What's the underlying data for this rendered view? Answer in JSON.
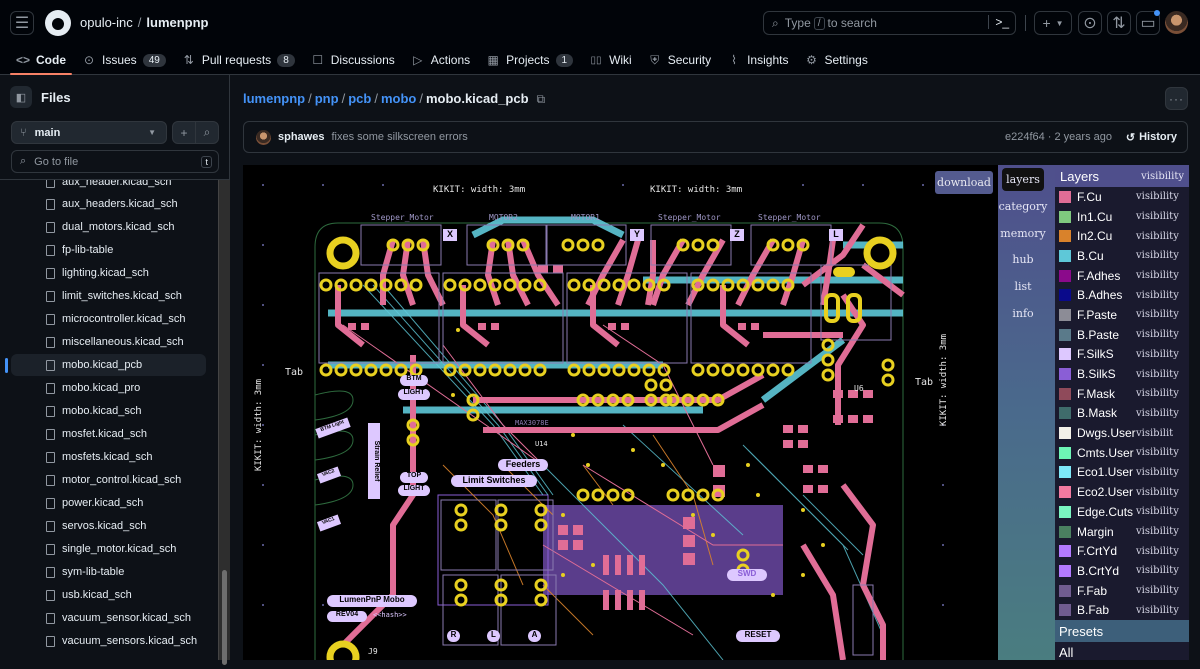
{
  "header": {
    "owner": "opulo-inc",
    "repo": "lumenpnp",
    "search_placeholder_pre": "Type",
    "search_key": "/",
    "search_placeholder_post": "to search"
  },
  "tabs": [
    {
      "label": "Code",
      "icon": "<>",
      "count": null
    },
    {
      "label": "Issues",
      "icon": "⊙",
      "count": "49"
    },
    {
      "label": "Pull requests",
      "icon": "⇅",
      "count": "8"
    },
    {
      "label": "Discussions",
      "icon": "☐",
      "count": null
    },
    {
      "label": "Actions",
      "icon": "▷",
      "count": null
    },
    {
      "label": "Projects",
      "icon": "▦",
      "count": "1"
    },
    {
      "label": "Wiki",
      "icon": "📖",
      "count": null
    },
    {
      "label": "Security",
      "icon": "⛨",
      "count": null
    },
    {
      "label": "Insights",
      "icon": "📈",
      "count": null
    },
    {
      "label": "Settings",
      "icon": "⚙",
      "count": null
    }
  ],
  "sidebar": {
    "title": "Files",
    "branch": "main",
    "goto_placeholder": "Go to file",
    "goto_key": "t",
    "files": [
      "aux_header.kicad_sch",
      "aux_headers.kicad_sch",
      "dual_motors.kicad_sch",
      "fp-lib-table",
      "lighting.kicad_sch",
      "limit_switches.kicad_sch",
      "microcontroller.kicad_sch",
      "miscellaneous.kicad_sch",
      "mobo.kicad_pcb",
      "mobo.kicad_pro",
      "mobo.kicad_sch",
      "mosfet.kicad_sch",
      "mosfets.kicad_sch",
      "motor_control.kicad_sch",
      "power.kicad_sch",
      "servos.kicad_sch",
      "single_motor.kicad_sch",
      "sym-lib-table",
      "usb.kicad_sch",
      "vacuum_sensor.kicad_sch",
      "vacuum_sensors.kicad_sch"
    ],
    "selected_index": 8
  },
  "breadcrumb": {
    "parts": [
      "lumenpnp",
      "pnp",
      "pcb",
      "mobo"
    ],
    "current": "mobo.kicad_pcb"
  },
  "commit": {
    "author": "sphawes",
    "message": "fixes some silkscreen errors",
    "sha_time": "e224f64 · 2 years ago",
    "history_label": "History"
  },
  "viewer": {
    "download_label": "download",
    "nav": [
      "layers",
      "category",
      "memory",
      "hub",
      "list",
      "info"
    ],
    "active_nav": "layers",
    "layers_title": "Layers",
    "visibility_header": "visibility",
    "layers": [
      {
        "name": "F.Cu",
        "color": "#e06d96",
        "vis": "visibility"
      },
      {
        "name": "In1.Cu",
        "color": "#7fc97f",
        "vis": "visibility"
      },
      {
        "name": "In2.Cu",
        "color": "#d9822b",
        "vis": "visibility"
      },
      {
        "name": "B.Cu",
        "color": "#5ec8d8",
        "vis": "visibility"
      },
      {
        "name": "F.Adhes",
        "color": "#8b0a8b",
        "vis": "visibility"
      },
      {
        "name": "B.Adhes",
        "color": "#0a0a8b",
        "vis": "visibility"
      },
      {
        "name": "F.Paste",
        "color": "#8c8c96",
        "vis": "visibility"
      },
      {
        "name": "B.Paste",
        "color": "#5a7a8a",
        "vis": "visibility"
      },
      {
        "name": "F.SilkS",
        "color": "#ddc8ff",
        "vis": "visibility"
      },
      {
        "name": "B.SilkS",
        "color": "#8a5ed6",
        "vis": "visibility"
      },
      {
        "name": "F.Mask",
        "color": "#8f4a5a",
        "vis": "visibility"
      },
      {
        "name": "B.Mask",
        "color": "#3f6b6b",
        "vis": "visibility"
      },
      {
        "name": "Dwgs.User",
        "color": "#f2f0e8",
        "vis": "visibilit"
      },
      {
        "name": "Cmts.User",
        "color": "#6ef5b5",
        "vis": "visibility"
      },
      {
        "name": "Eco1.User",
        "color": "#7ee8f8",
        "vis": "visibility"
      },
      {
        "name": "Eco2.User",
        "color": "#f27aa0",
        "vis": "visibility"
      },
      {
        "name": "Edge.Cuts",
        "color": "#7af5c0",
        "vis": "visibility"
      },
      {
        "name": "Margin",
        "color": "#4a8060",
        "vis": "visibility"
      },
      {
        "name": "F.CrtYd",
        "color": "#b37aff",
        "vis": "visibility"
      },
      {
        "name": "B.CrtYd",
        "color": "#b37aff",
        "vis": "visibility"
      },
      {
        "name": "F.Fab",
        "color": "#705c90",
        "vis": "visibility"
      },
      {
        "name": "B.Fab",
        "color": "#705c90",
        "vis": "visibility"
      }
    ],
    "presets_label": "Presets",
    "all_label": "All",
    "pcb_labels": {
      "kikit_top_left": "KIKIT: width: 3mm",
      "kikit_top_right": "KIKIT: width: 3mm",
      "kikit_left": "KIKIT: width: 3mm",
      "kikit_right": "KIKIT: width: 3mm",
      "tab": "Tab",
      "stepper_motor": "Stepper_Motor",
      "motor2": "MOTOR2",
      "motor1": "MOTOR1",
      "axis_x": "X",
      "axis_y": "Y",
      "axis_z": "Z",
      "axis_l": "L",
      "btm": "BTM",
      "light": "LIGHT",
      "top": "TOP",
      "strain_relief": "Strain Relief",
      "btm_light": "BTM Light",
      "vac2": "VAC2",
      "vac1": "VAC1",
      "feeders": "Feeders",
      "limit_switches": "Limit Switches",
      "lumenpnp_mobo": "LumenPnP Mobo",
      "rev": "REV04",
      "hash": "<<hash>>",
      "r": "R",
      "l": "L",
      "a": "A",
      "swd": "SWD",
      "reset": "RESET",
      "u6": "U6",
      "j9": "J9",
      "max": "MAX3078E",
      "u14": "U14"
    }
  }
}
